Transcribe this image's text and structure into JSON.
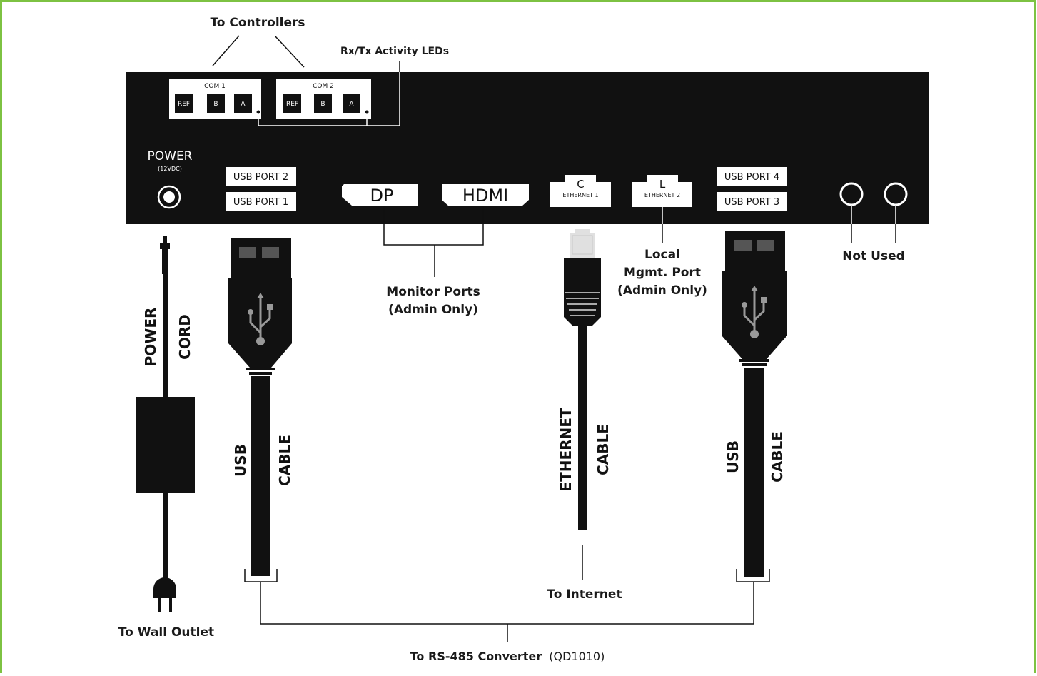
{
  "colors": {
    "frame": "#7dc242",
    "device": "#111111",
    "text": "#1a1a1a"
  },
  "callouts": {
    "to_controllers": "To Controllers",
    "rxtx_leds": "Rx/Tx Activity LEDs",
    "monitor_ports_1": "Monitor Ports",
    "monitor_ports_2": "(Admin Only)",
    "local_mgmt_1": "Local",
    "local_mgmt_2": "Mgmt. Port",
    "local_mgmt_3": "(Admin Only)",
    "not_used": "Not Used",
    "to_internet": "To Internet",
    "to_wall_outlet": "To Wall Outlet",
    "rs485_bold": "To RS-485 Converter",
    "rs485_model": "(QD1010)"
  },
  "device": {
    "com1_title": "COM 1",
    "com2_title": "COM 2",
    "com_pins": [
      "REF",
      "B",
      "A"
    ],
    "power_label": "POWER",
    "power_sub": "(12VDC)",
    "usb_port_2": "USB PORT 2",
    "usb_port_1": "USB PORT 1",
    "usb_port_4": "USB PORT 4",
    "usb_port_3": "USB PORT 3",
    "dp": "DP",
    "hdmi": "HDMI",
    "eth1_letter": "C",
    "eth1_label": "ETHERNET 1",
    "eth2_letter": "L",
    "eth2_label": "ETHERNET 2"
  },
  "cables": {
    "power_word1": "POWER",
    "power_word2": "CORD",
    "usb_word1": "USB",
    "usb_word2": "CABLE",
    "eth_word1": "ETHERNET",
    "eth_word2": "CABLE"
  },
  "icons": [
    "usb-trident-icon",
    "power-plug-icon",
    "rj45-connector-icon"
  ]
}
